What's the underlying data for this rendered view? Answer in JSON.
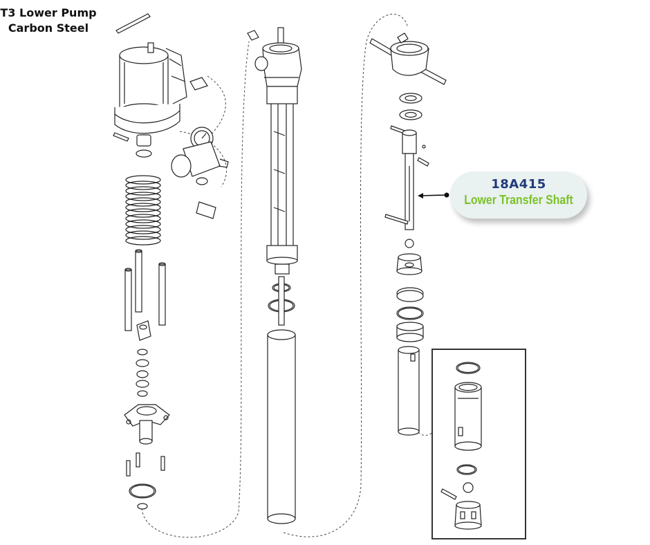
{
  "title": {
    "line1": "T3 Lower Pump",
    "line2": "Carbon Steel"
  },
  "callout": {
    "part_number": "18A415",
    "part_name": "Lower Transfer Shaft"
  },
  "colors": {
    "line": "#222222",
    "callout_bg": "#e9f1f1",
    "part_number": "#223a7a",
    "part_name": "#7cc22a"
  }
}
